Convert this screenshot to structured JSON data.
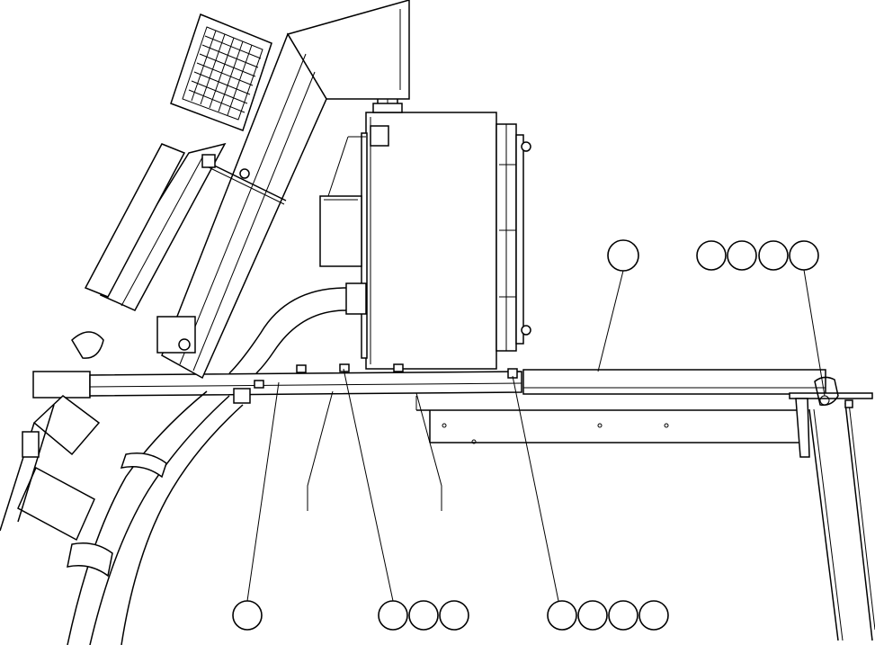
{
  "drawing": {
    "type": "mechanical-parts-diagram",
    "balloon_groups": [
      {
        "name": "top-center-callout",
        "count": 1
      },
      {
        "name": "top-right-callout",
        "count": 4
      },
      {
        "name": "bottom-left-callout",
        "count": 1
      },
      {
        "name": "bottom-center-callout",
        "count": 3
      },
      {
        "name": "bottom-right-callout",
        "count": 4
      }
    ]
  }
}
